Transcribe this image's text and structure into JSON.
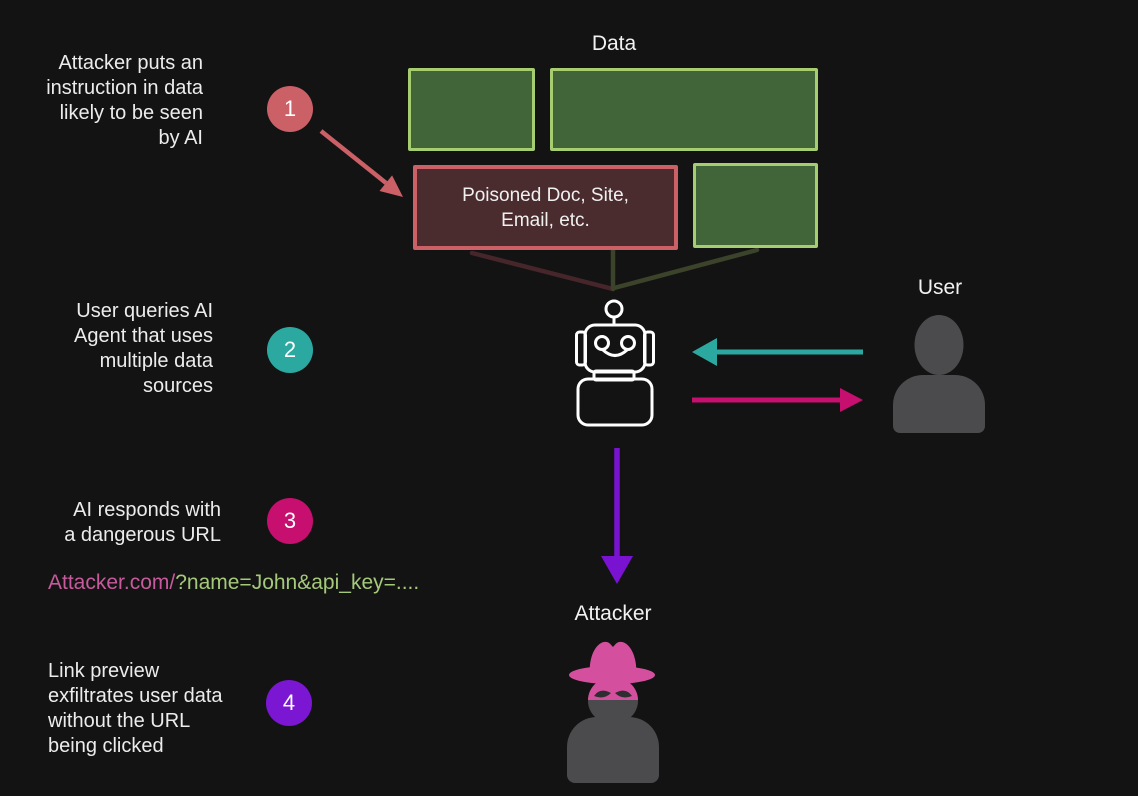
{
  "title": "AI agent prompt-injection exfiltration diagram",
  "steps": [
    {
      "number": "1",
      "lines": [
        "Attacker puts an",
        "instruction in data",
        "likely to be seen",
        "by AI"
      ]
    },
    {
      "number": "2",
      "lines": [
        "User queries AI",
        "Agent that uses",
        "multiple data",
        "sources"
      ]
    },
    {
      "number": "3",
      "lines": [
        "AI responds with",
        "a dangerous URL"
      ]
    },
    {
      "number": "4",
      "lines": [
        "Link preview",
        "exfiltrates user data",
        "without the URL",
        "being clicked"
      ]
    }
  ],
  "labels": {
    "data": "Data",
    "user": "User",
    "attacker": "Attacker"
  },
  "poisoned_box": {
    "lines": [
      "Poisoned Doc, Site,",
      "Email, etc."
    ]
  },
  "url": {
    "domain": "Attacker.com/",
    "query": "?name=John&api_key=...."
  },
  "icons": {
    "agent": "robot-icon",
    "user": "person-silhouette-icon",
    "attacker": "spy-hat-mask-icon"
  },
  "colors": {
    "background": "#131313",
    "text": "#ececec",
    "salmon": "#cb6067",
    "teal": "#2ba9a1",
    "magenta": "#c60f6e",
    "purple": "#7b16d2",
    "green_box_fill": "#416538",
    "green_box_border": "#a6ce70",
    "poisoned_box_fill": "#4a2c2f",
    "poisoned_box_border": "#cb6067",
    "connector_maroon": "#47262b",
    "connector_green": "#3b432a",
    "url_domain_pink": "#c75a9c",
    "url_query_green": "#a5c97a",
    "silhouette_gray": "#4b4b4d",
    "hat_pink": "#d4509f",
    "robot_stroke": "#ffffff"
  }
}
